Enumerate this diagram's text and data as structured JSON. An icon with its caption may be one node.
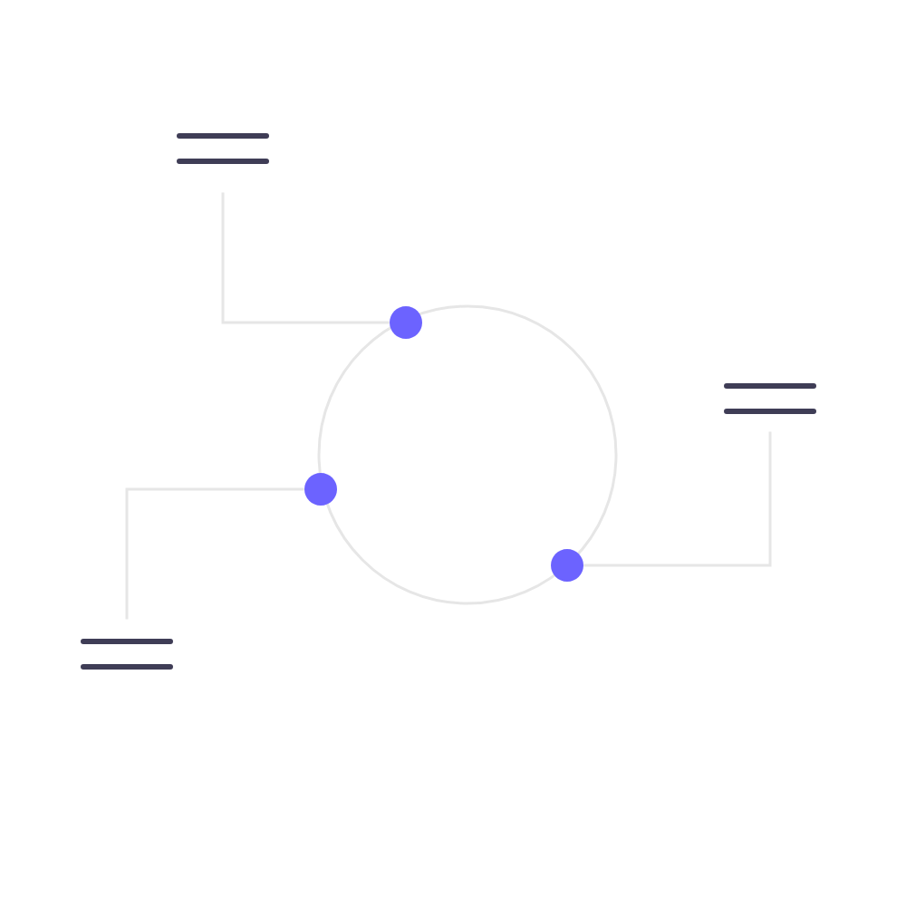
{
  "diagram": {
    "nodes": [
      {
        "text": [],
        "shape": "bar"
      },
      {
        "text": [],
        "shape": "circle"
      },
      {
        "text": [],
        "shape": "bar"
      },
      {
        "text": [],
        "shape": "circle"
      },
      {
        "text": [],
        "shape": "circle"
      },
      {
        "text": [],
        "shape": "bar"
      }
    ],
    "edges": [
      {
        "from": 1,
        "to": 0,
        "arrow": "none"
      },
      {
        "from": 4,
        "to": 2,
        "arrow": "none"
      },
      {
        "from": 3,
        "to": 5,
        "arrow": "none"
      }
    ]
  }
}
